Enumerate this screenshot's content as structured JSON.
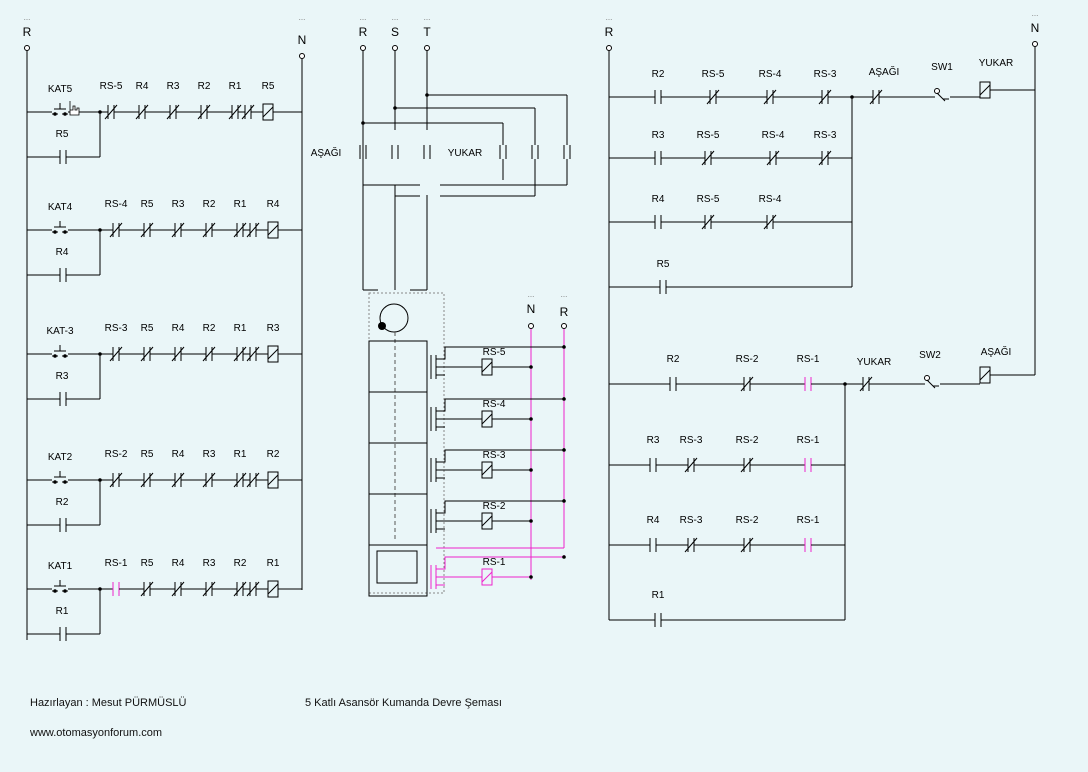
{
  "colors": {
    "wire": "#000000",
    "active": "#ee22cc",
    "background": "#eaf6f8"
  },
  "rails": {
    "r": "R",
    "n": "N",
    "s": "S",
    "t": "T",
    "more": "..."
  },
  "labels": {
    "kat5": "KAT5",
    "kat4": "KAT4",
    "kat3": "KAT-3",
    "kat2": "KAT2",
    "kat1": "KAT1",
    "r1": "R1",
    "r2": "R2",
    "r3": "R3",
    "r4": "R4",
    "r5": "R5",
    "rs1": "RS-1",
    "rs2": "RS-2",
    "rs3": "RS-3",
    "rs4": "RS-4",
    "rs5": "RS-5",
    "asagi": "AŞAĞI",
    "yukar": "YUKAR",
    "sw1": "SW1",
    "sw2": "SW2"
  },
  "footer": {
    "author": "Hazırlayan : Mesut PÜRMÜSLÜ",
    "title": "5 Katlı Asansör Kumanda Devre Şeması",
    "site": "www.otomasyonforum.com"
  }
}
